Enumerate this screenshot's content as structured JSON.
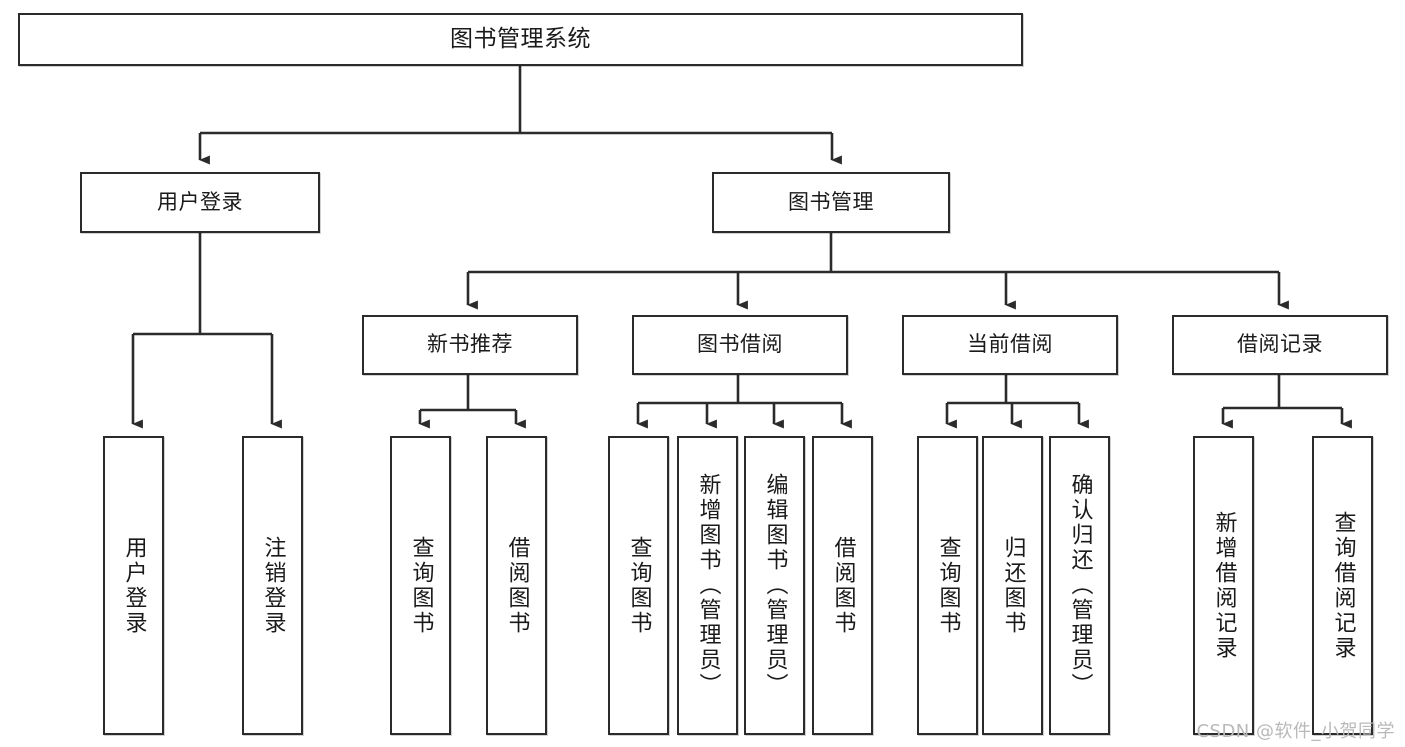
{
  "diagram": {
    "type": "tree",
    "title": "图书管理系统",
    "orientation": "top-down",
    "edge_style": "orthogonal-arrow",
    "colors": {
      "background": "#ffffff",
      "node_border": "#2b2b2b",
      "node_fill": "#ffffff",
      "edge": "#2b2b2b",
      "text": "#1a1a1a",
      "watermark": "#b9b9b9"
    }
  },
  "nodes": {
    "root": {
      "label": "图书管理系统"
    },
    "level1": [
      {
        "id": "user-login",
        "label": "用户登录"
      },
      {
        "id": "book-manage",
        "label": "图书管理"
      }
    ],
    "level2": [
      {
        "id": "new-book-recommend",
        "label": "新书推荐",
        "parent": "book-manage"
      },
      {
        "id": "book-borrow",
        "label": "图书借阅",
        "parent": "book-manage"
      },
      {
        "id": "current-borrow",
        "label": "当前借阅",
        "parent": "book-manage"
      },
      {
        "id": "borrow-record",
        "label": "借阅记录",
        "parent": "book-manage"
      }
    ],
    "leaves": [
      {
        "id": "leaf-user-login",
        "label": "用户登录",
        "parent": "user-login"
      },
      {
        "id": "leaf-user-logout",
        "label": "注销登录",
        "parent": "user-login"
      },
      {
        "id": "leaf-query-book-1",
        "label": "查询图书",
        "parent": "new-book-recommend"
      },
      {
        "id": "leaf-borrow-book-1",
        "label": "借阅图书",
        "parent": "new-book-recommend"
      },
      {
        "id": "leaf-query-book-2",
        "label": "查询图书",
        "parent": "book-borrow"
      },
      {
        "id": "leaf-add-book",
        "label": "新增图书（管理员）",
        "parent": "book-borrow"
      },
      {
        "id": "leaf-edit-book",
        "label": "编辑图书（管理员）",
        "parent": "book-borrow"
      },
      {
        "id": "leaf-borrow-book-2",
        "label": "借阅图书",
        "parent": "book-borrow"
      },
      {
        "id": "leaf-query-book-3",
        "label": "查询图书",
        "parent": "current-borrow"
      },
      {
        "id": "leaf-return-book",
        "label": "归还图书",
        "parent": "current-borrow"
      },
      {
        "id": "leaf-confirm-return",
        "label": "确认归还（管理员）",
        "parent": "current-borrow"
      },
      {
        "id": "leaf-add-record",
        "label": "新增借阅记录",
        "parent": "borrow-record"
      },
      {
        "id": "leaf-query-record",
        "label": "查询借阅记录",
        "parent": "borrow-record"
      }
    ]
  },
  "watermark": {
    "text": "CSDN @软件_小贺同学"
  }
}
